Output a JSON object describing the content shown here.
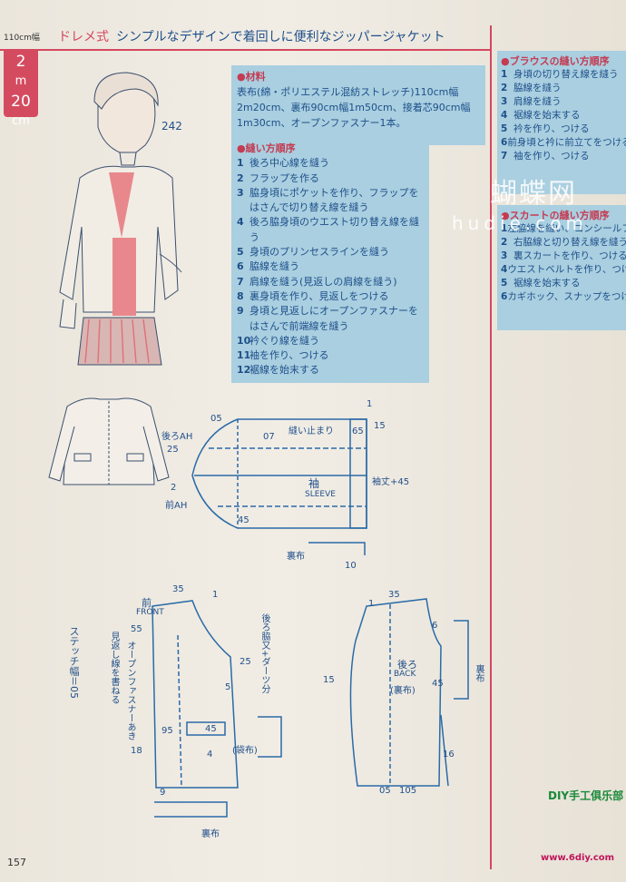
{
  "header": {
    "fabric_width": "110cm幅",
    "brand": "ドレメ式",
    "title": "シンプルなデザインで着回しに便利なジッパージャケット"
  },
  "badge": {
    "line1": "2",
    "line2": "m",
    "line3": "20",
    "line4": "cm"
  },
  "model_number": "242",
  "materials": {
    "heading": "●材料",
    "text": "表布(綿・ポリエステル混紡ストレッチ)110cm幅2m20cm、裏布90cm幅1m50cm、接着芯90cm幅1m30cm、オープンファスナー1本。"
  },
  "steps": {
    "heading": "●縫い方順序",
    "items": [
      {
        "n": "1",
        "t": "後ろ中心線を縫う"
      },
      {
        "n": "2",
        "t": "フラップを作る"
      },
      {
        "n": "3",
        "t": "脇身頃にポケットを作り、フラップをはさんで切り替え線を縫う"
      },
      {
        "n": "4",
        "t": "後ろ脇身頃のウエスト切り替え線を縫う"
      },
      {
        "n": "5",
        "t": "身頃のプリンセスラインを縫う"
      },
      {
        "n": "6",
        "t": "脇線を縫う"
      },
      {
        "n": "7",
        "t": "肩線を縫う(見返しの肩線を縫う)"
      },
      {
        "n": "8",
        "t": "裏身頃を作り、見返しをつける"
      },
      {
        "n": "9",
        "t": "身頃と見返しにオープンファスナーをはさんで前端線を縫う"
      },
      {
        "n": "10",
        "t": "衿ぐり線を縫う"
      },
      {
        "n": "11",
        "t": "袖を作り、つける"
      },
      {
        "n": "12",
        "t": "裾線を始末する"
      }
    ]
  },
  "blouse": {
    "heading": "●ブラウスの縫い方順序",
    "items": [
      {
        "n": "1",
        "t": "身頃の切り替え線を縫う"
      },
      {
        "n": "2",
        "t": "脇線を縫う"
      },
      {
        "n": "3",
        "t": "肩線を縫う"
      },
      {
        "n": "4",
        "t": "裾線を始末する"
      },
      {
        "n": "5",
        "t": "衿を作り、つける"
      },
      {
        "n": "6",
        "t": "前身頃と衿に前立てをつける"
      },
      {
        "n": "7",
        "t": "袖を作り、つける"
      }
    ]
  },
  "skirt": {
    "heading": "●スカートの縫い方順序",
    "items": [
      {
        "n": "1",
        "t": "左脇線を縫い、コンシールファスナーをつける"
      },
      {
        "n": "2",
        "t": "右脇線と切り替え線を縫う"
      },
      {
        "n": "3",
        "t": "裏スカートを作り、つける"
      },
      {
        "n": "4",
        "t": "ウエストベルトを作り、つける"
      },
      {
        "n": "5",
        "t": "裾線を始末する"
      },
      {
        "n": "6",
        "t": "カギホック、スナップをつける"
      }
    ]
  },
  "watermark": {
    "cn": "蝴蝶网",
    "url": "hudie.com"
  },
  "sleeve": {
    "label": "袖",
    "label_en": "SLEEVE",
    "ease": "縫い止まり",
    "back_ah": "後ろAH",
    "front_ah": "前AH",
    "cuff": "袖丈+45",
    "lining": "裏布",
    "n05": "05",
    "n07": "07",
    "n65": "65",
    "n15": "15",
    "n25": "25",
    "n2": "2",
    "n45": "45",
    "n10": "10",
    "n1": "1"
  },
  "front": {
    "label": "前",
    "label_en": "FRONT",
    "facing": "見返し線を書ねる",
    "zipper": "オープンファスナーあき",
    "pocket": "(袋布)",
    "lining": "裏布",
    "n35": "35",
    "n55": "55",
    "n25": "25",
    "n95": "95",
    "n18": "18",
    "n9": "9",
    "n45": "45",
    "n4": "4",
    "n5": "5",
    "n1": "1"
  },
  "back": {
    "label": "後ろ",
    "label_en": "BACK",
    "lining_paren": "(裏布)",
    "lining": "裏布",
    "side": "後ろ脇又+ダーツ分",
    "n35": "35",
    "n15": "15",
    "n45": "45",
    "n6": "6",
    "n16": "16",
    "n05": "05",
    "n105": "105",
    "n1": "1"
  },
  "stitch_label": "ステッチ幅＝05",
  "page_number": "157",
  "logo": {
    "text": "DIY手工俱乐部",
    "url": "www.6diy.com"
  }
}
